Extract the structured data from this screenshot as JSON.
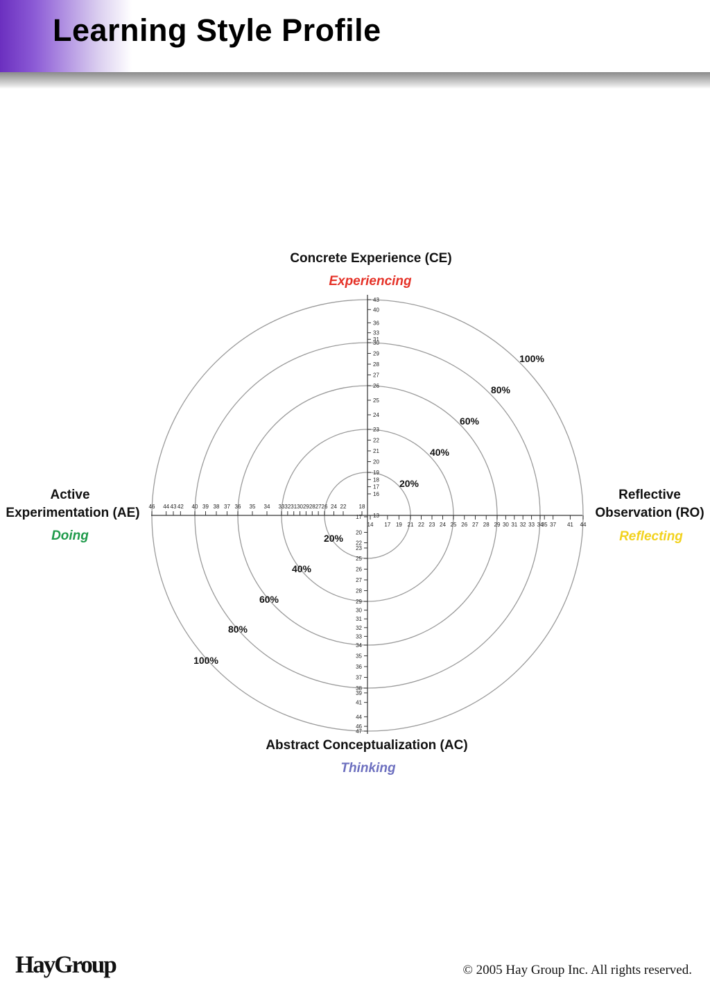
{
  "header": {
    "title": "Learning Style Profile"
  },
  "diagram": {
    "axes": {
      "top": {
        "title": "Concrete Experience (CE)",
        "mode": "Experiencing",
        "mode_color": "#e53228"
      },
      "right": {
        "title_line1": "Reflective",
        "title_line2": "Observation (RO)",
        "mode": "Reflecting",
        "mode_color": "#f2d21e"
      },
      "bottom": {
        "title": "Abstract Conceptualization (AC)",
        "mode": "Thinking",
        "mode_color": "#6c6fbf"
      },
      "left": {
        "title_line1": "Active",
        "title_line2": "Experimentation (AE)",
        "mode": "Doing",
        "mode_color": "#1e9a4a"
      }
    },
    "percentile_labels": [
      "20%",
      "40%",
      "60%",
      "80%",
      "100%"
    ],
    "ticks": {
      "ce": [
        13,
        16,
        17,
        18,
        19,
        20,
        21,
        22,
        23,
        24,
        25,
        26,
        27,
        28,
        29,
        30,
        31,
        33,
        36,
        40,
        43
      ],
      "ro": [
        14,
        17,
        19,
        21,
        22,
        23,
        24,
        25,
        26,
        27,
        28,
        29,
        30,
        31,
        32,
        33,
        34,
        35,
        37,
        41,
        44
      ],
      "ac": [
        17,
        20,
        22,
        23,
        25,
        26,
        27,
        28,
        29,
        30,
        31,
        32,
        33,
        34,
        35,
        36,
        37,
        38,
        39,
        41,
        44,
        46,
        47
      ],
      "ae": [
        18,
        22,
        24,
        26,
        27,
        28,
        29,
        30,
        31,
        32,
        33,
        34,
        35,
        36,
        37,
        38,
        39,
        40,
        42,
        43,
        44,
        46
      ]
    }
  },
  "footer": {
    "logo": "HayGroup",
    "copyright": "© 2005 Hay Group Inc. All rights reserved."
  }
}
